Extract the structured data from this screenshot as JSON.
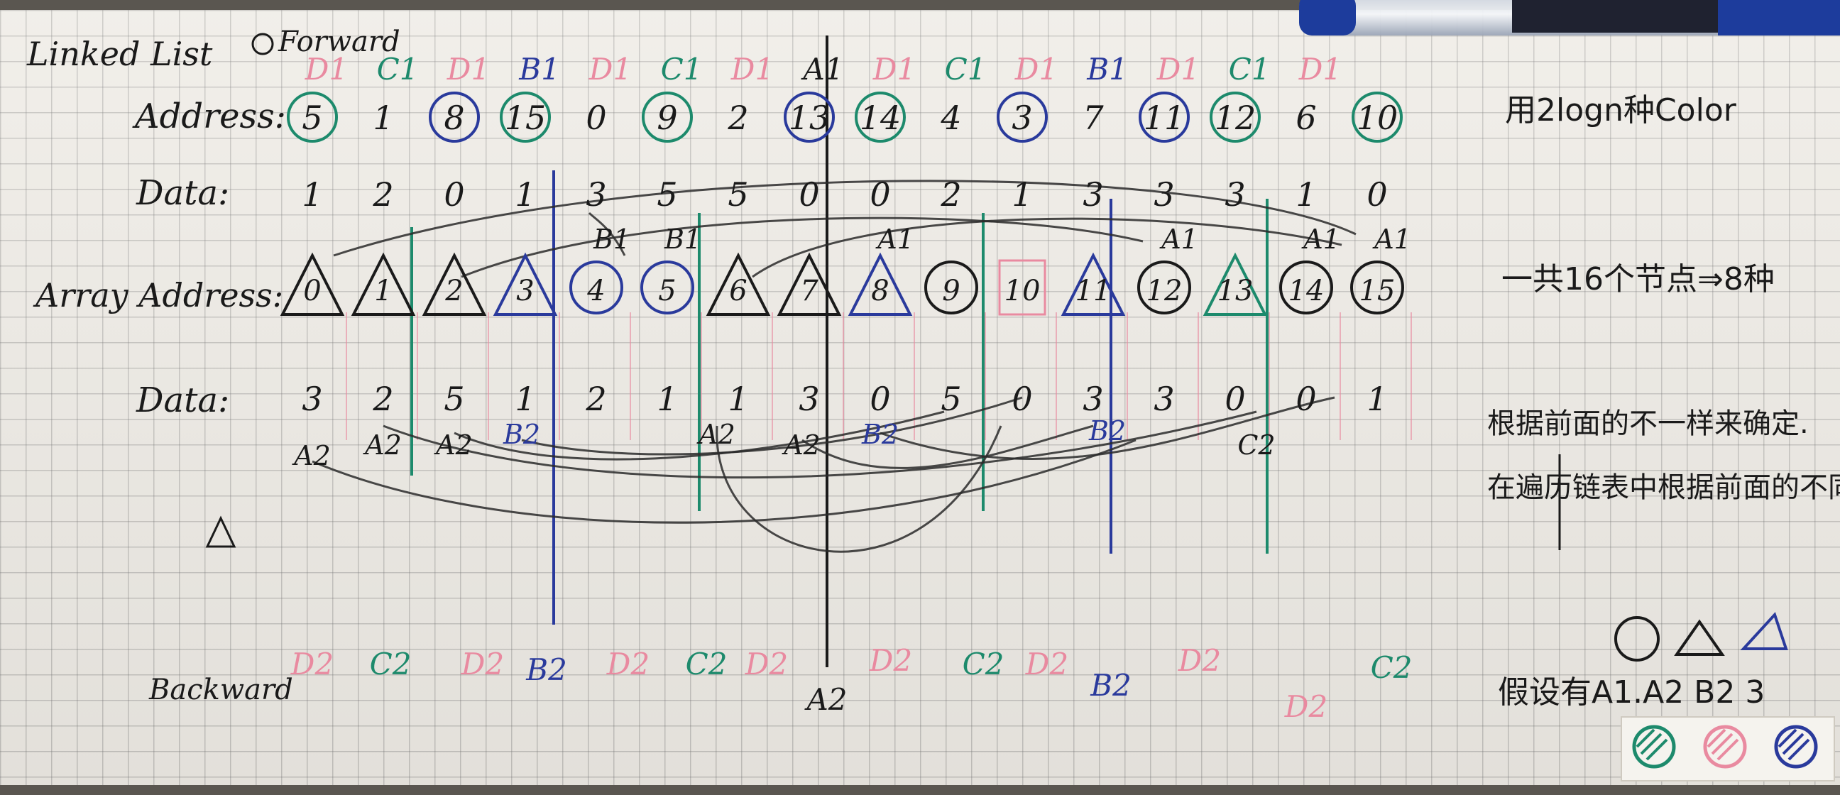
{
  "title": "Linked List",
  "forward_label": "Forward",
  "backward_label": "Backward",
  "rows": {
    "address_label": "Address:",
    "data_label": "Data:",
    "array_address_label": "Array Address:",
    "array_data_label": "Data:"
  },
  "linked_list": {
    "colors_top": [
      "D1",
      "C1",
      "D1",
      "B1",
      "D1",
      "C1",
      "D1",
      "A1",
      "D1",
      "C1",
      "D1",
      "B1",
      "D1",
      "C1",
      "D1"
    ],
    "addresses": [
      "5",
      "1",
      "8",
      "15",
      "0",
      "9",
      "2",
      "13",
      "14",
      "4",
      "3",
      "7",
      "11",
      "12",
      "6",
      "10"
    ],
    "data": [
      "1",
      "2",
      "0",
      "1",
      "3",
      "5",
      "5",
      "0",
      "0",
      "2",
      "1",
      "3",
      "3",
      "3",
      "1",
      "0"
    ]
  },
  "array": {
    "addresses": [
      "0",
      "1",
      "2",
      "3",
      "4",
      "5",
      "6",
      "7",
      "8",
      "9",
      "10",
      "11",
      "12",
      "13",
      "14",
      "15"
    ],
    "data": [
      "3",
      "2",
      "5",
      "1",
      "2",
      "1",
      "1",
      "3",
      "0",
      "5",
      "0",
      "3",
      "3",
      "0",
      "0",
      "1"
    ],
    "labels_above": [
      "B1",
      "B1",
      "A1",
      "A1",
      "A1",
      "A1"
    ],
    "labels_below": [
      "A2",
      "A2",
      "A2",
      "B2",
      "A2",
      "A2",
      "B2",
      "B2",
      "C2"
    ]
  },
  "backward_colors": [
    "D2",
    "C2",
    "D2",
    "B2",
    "D2",
    "C2",
    "D2",
    "A2",
    "D2",
    "C2",
    "D2",
    "B2",
    "D2",
    "D2",
    "C2"
  ],
  "notes": {
    "note1": "用2logn种Color",
    "note2": "一共16个节点⇒8种",
    "note3": "根据前面的不一样来确定.",
    "note4": "在遍历链表中根据前面的不同来判",
    "note5": "假设有A1.A2 B2 3"
  },
  "palette": {
    "green": "#1d8a6c",
    "pink": "#e98aa0",
    "blue": "#2a3a9c",
    "black": "#1a1a1a"
  }
}
